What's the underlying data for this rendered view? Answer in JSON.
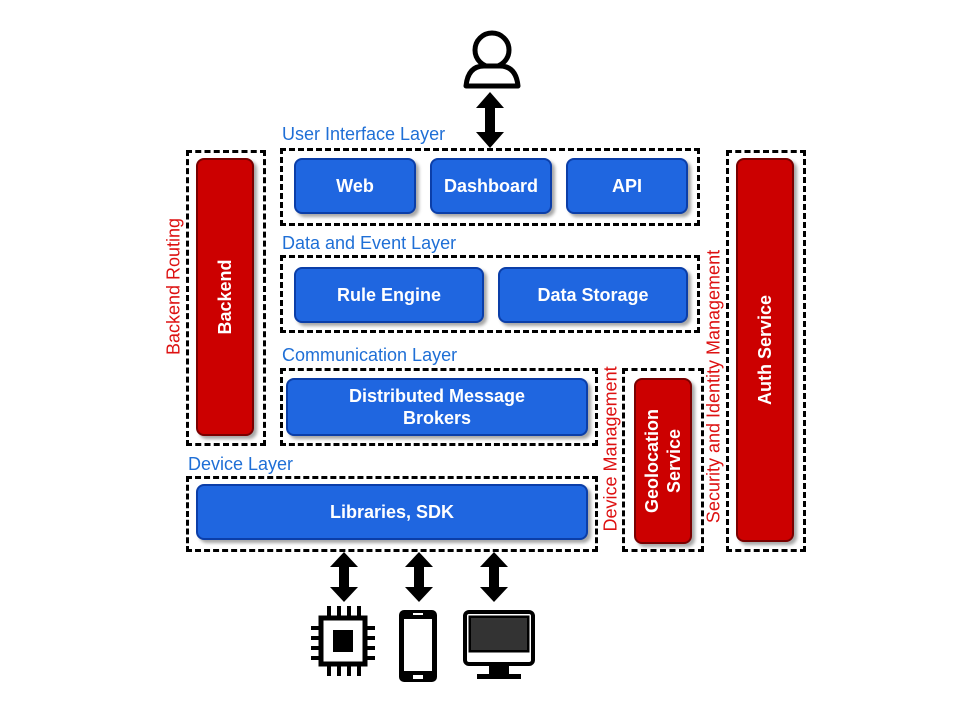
{
  "layers": {
    "user_interface": "User Interface Layer",
    "data_event": "Data and Event Layer",
    "communication": "Communication Layer",
    "device": "Device Layer"
  },
  "side_labels": {
    "backend_routing": "Backend Routing",
    "device_management": "Device Management",
    "security_identity": "Security and Identity Management"
  },
  "components": {
    "web": "Web",
    "dashboard": "Dashboard",
    "api": "API",
    "rule_engine": "Rule Engine",
    "data_storage": "Data Storage",
    "message_brokers_line1": "Distributed Message",
    "message_brokers_line2": "Brokers",
    "libraries_sdk": "Libraries, SDK",
    "backend": "Backend",
    "geolocation_line1": "Geolocation",
    "geolocation_line2": "Service",
    "auth_service": "Auth Service"
  },
  "icons": [
    "user-icon",
    "chip-icon",
    "smartphone-icon",
    "monitor-icon",
    "double-arrow-icon"
  ],
  "colors": {
    "blue": "#1f66e0",
    "red": "#cc0000",
    "label_blue": "#1f6fd6",
    "label_red": "#dd1111"
  }
}
